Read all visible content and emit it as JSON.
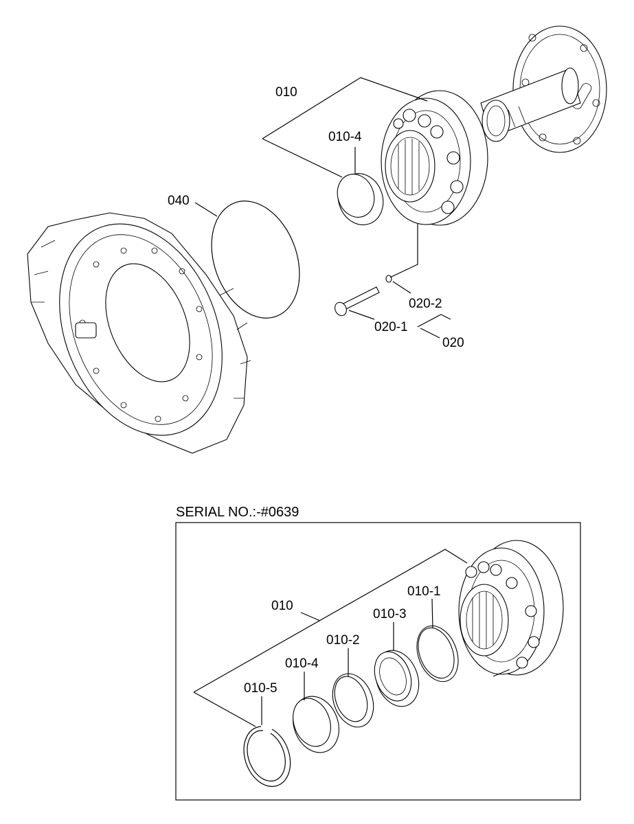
{
  "labels": {
    "p010": "010",
    "p010_4": "010-4",
    "p040": "040",
    "p020_2": "020-2",
    "p020_1": "020-1",
    "p020": "020"
  },
  "serial": {
    "text": "SERIAL NO.:-#0639",
    "labels": {
      "p010": "010",
      "p010_1": "010-1",
      "p010_2": "010-2",
      "p010_3": "010-3",
      "p010_4": "010-4",
      "p010_5": "010-5"
    }
  }
}
